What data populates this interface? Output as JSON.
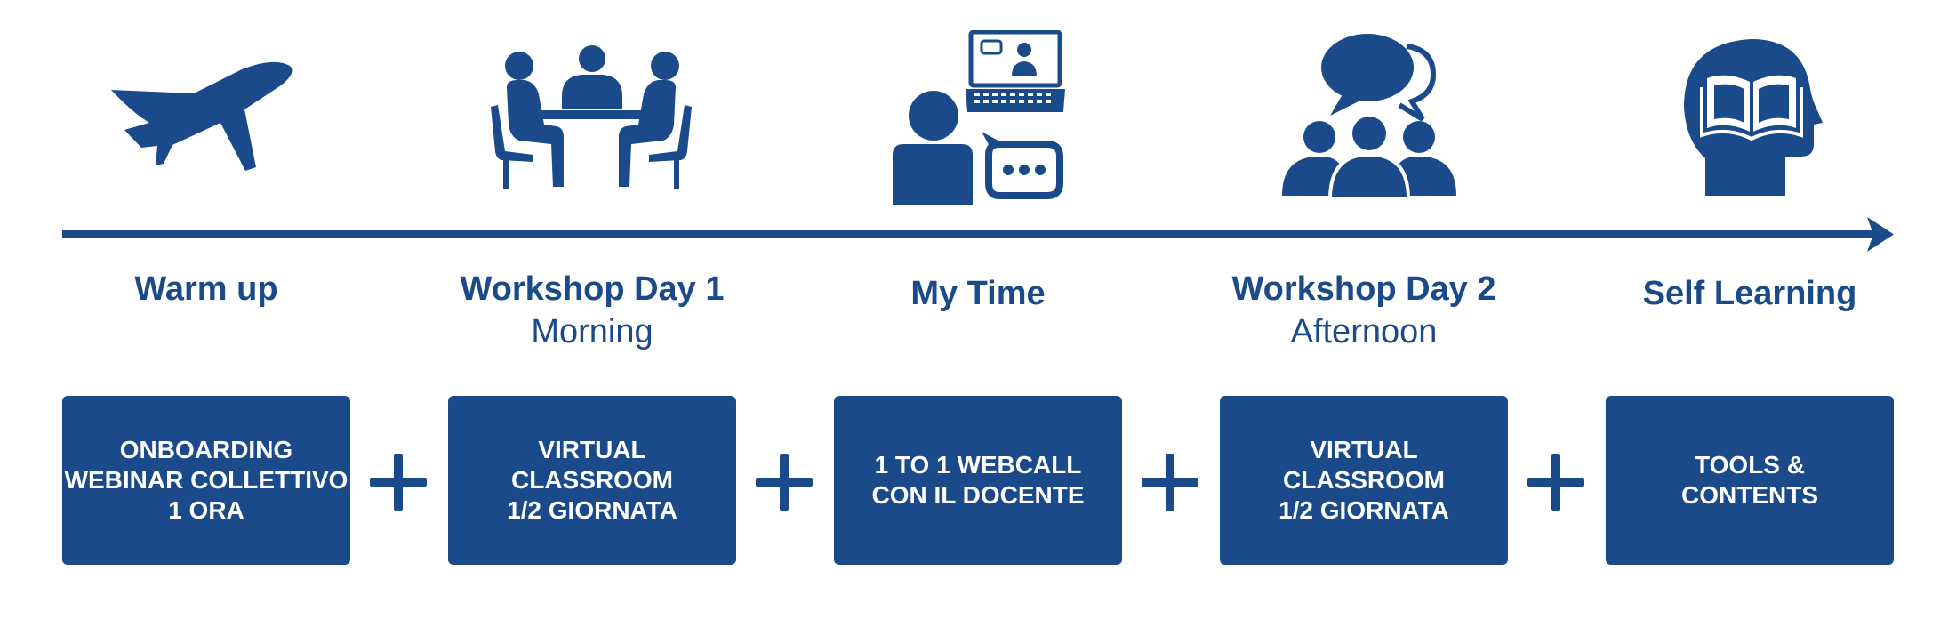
{
  "colors": {
    "primary": "#1b4a8a",
    "box_text": "#ffffff",
    "background": "#ffffff"
  },
  "stages": [
    {
      "icon": "airplane-icon",
      "title": "Warm up",
      "subtitle": "",
      "box": "ONBOARDING\nWEBINAR COLLETTIVO\n1 ORA"
    },
    {
      "icon": "meeting-table-icon",
      "title": "Workshop Day 1",
      "subtitle": "Morning",
      "box": "VIRTUAL\nCLASSROOM\n1/2 GIORNATA"
    },
    {
      "icon": "webcall-icon",
      "title": "My Time",
      "subtitle": "",
      "box": "1 TO 1 WEBCALL\nCON IL DOCENTE"
    },
    {
      "icon": "group-discussion-icon",
      "title": "Workshop Day 2",
      "subtitle": "Afternoon",
      "box": "VIRTUAL\nCLASSROOM\n1/2 GIORNATA"
    },
    {
      "icon": "head-book-icon",
      "title": "Self Learning",
      "subtitle": "",
      "box": "TOOLS &\nCONTENTS"
    }
  ],
  "connector_symbol": "plus-icon"
}
